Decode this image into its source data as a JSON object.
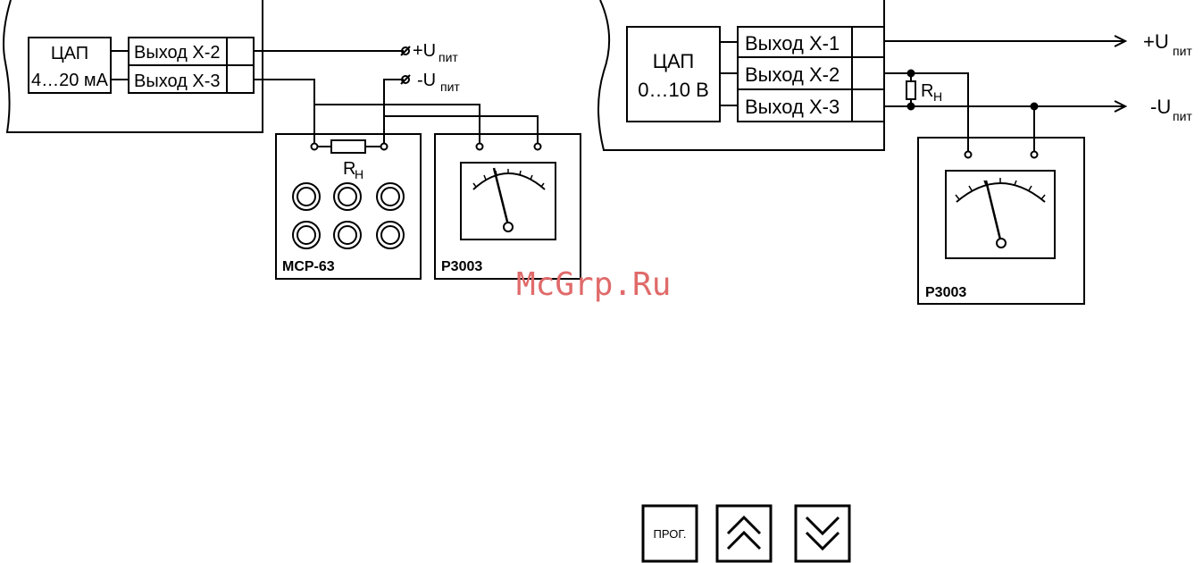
{
  "left_circuit": {
    "dac_line1": "ЦАП",
    "dac_line2": "4…20 мА",
    "output_a": "Выход X-2",
    "output_b": "Выход X-3",
    "supply_plus": "+U",
    "supply_minus": "-U",
    "supply_subscript": "пит",
    "resistor_label": "R",
    "resistor_subscript": "Н",
    "resistor_box_label": "МСР-63",
    "meter_label": "Р3003"
  },
  "right_circuit": {
    "dac_line1": "ЦАП",
    "dac_line2": "0…10 В",
    "output_a": "Выход X-1",
    "output_b": "Выход X-2",
    "output_c": "Выход X-3",
    "supply_plus": "+U",
    "supply_minus": "-U",
    "supply_subscript": "пит",
    "resistor_label": "R",
    "resistor_subscript": "Н",
    "meter_label": "Р3003"
  },
  "watermark": "McGrp.Ru",
  "keys": {
    "prog_label": "ПРОГ.",
    "up_icon": "double-chevron-up-icon",
    "down_icon": "double-chevron-down-icon"
  }
}
